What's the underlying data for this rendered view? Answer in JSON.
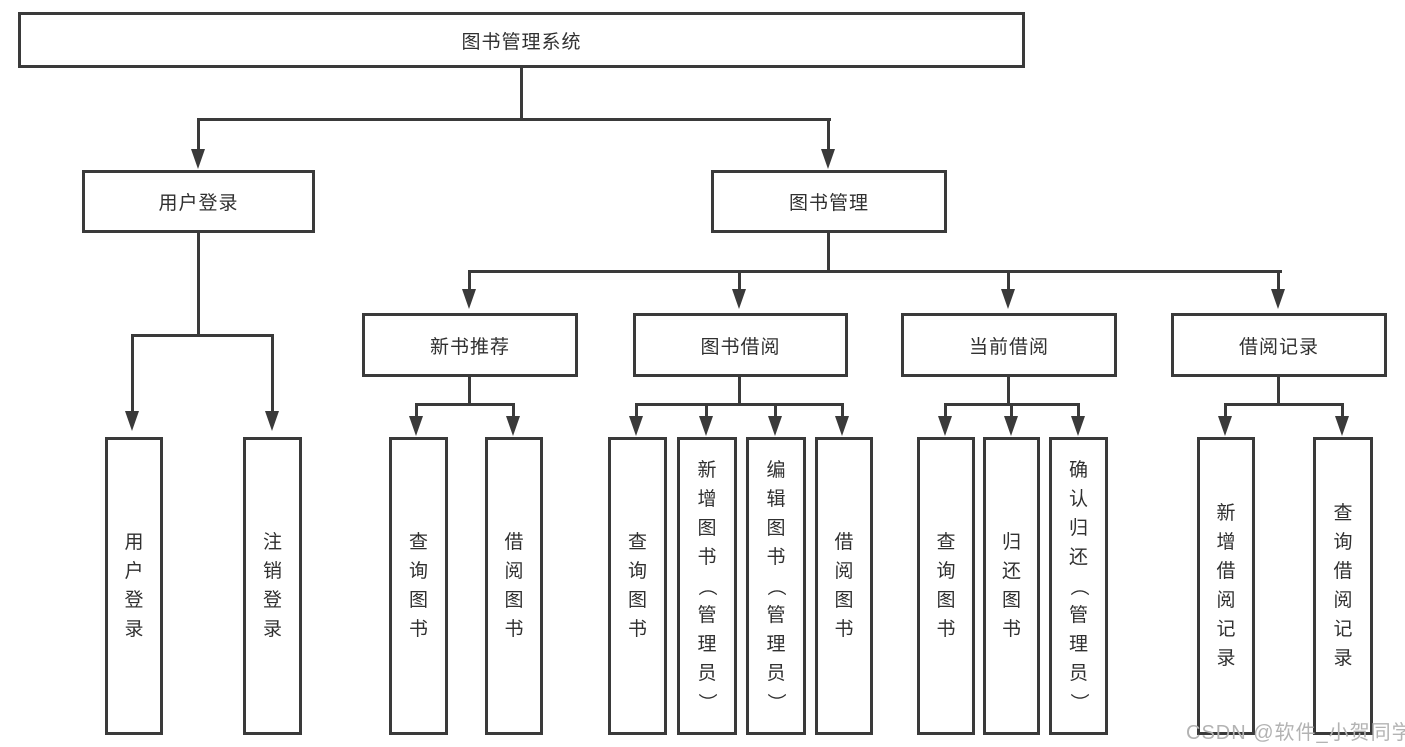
{
  "diagram_type": "hierarchy-tree",
  "tree": {
    "label": "图书管理系统",
    "children": [
      {
        "label": "用户登录",
        "children": [
          {
            "label": "用户登录"
          },
          {
            "label": "注销登录"
          }
        ]
      },
      {
        "label": "图书管理",
        "children": [
          {
            "label": "新书推荐",
            "children": [
              {
                "label": "查询图书"
              },
              {
                "label": "借阅图书"
              }
            ]
          },
          {
            "label": "图书借阅",
            "children": [
              {
                "label": "查询图书"
              },
              {
                "label": "新增图书（管理员）"
              },
              {
                "label": "编辑图书（管理员）"
              },
              {
                "label": "借阅图书"
              }
            ]
          },
          {
            "label": "当前借阅",
            "children": [
              {
                "label": "查询图书"
              },
              {
                "label": "归还图书"
              },
              {
                "label": "确认归还（管理员）"
              }
            ]
          },
          {
            "label": "借阅记录",
            "children": [
              {
                "label": "新增借阅记录"
              },
              {
                "label": "查询借阅记录"
              }
            ]
          }
        ]
      }
    ]
  },
  "watermark": {
    "text": "CSDN @软件_小贺同学"
  },
  "colors": {
    "line": "#3a3a3a",
    "text": "#303030",
    "background": "#ffffff",
    "watermark": "#b3b3b3"
  }
}
